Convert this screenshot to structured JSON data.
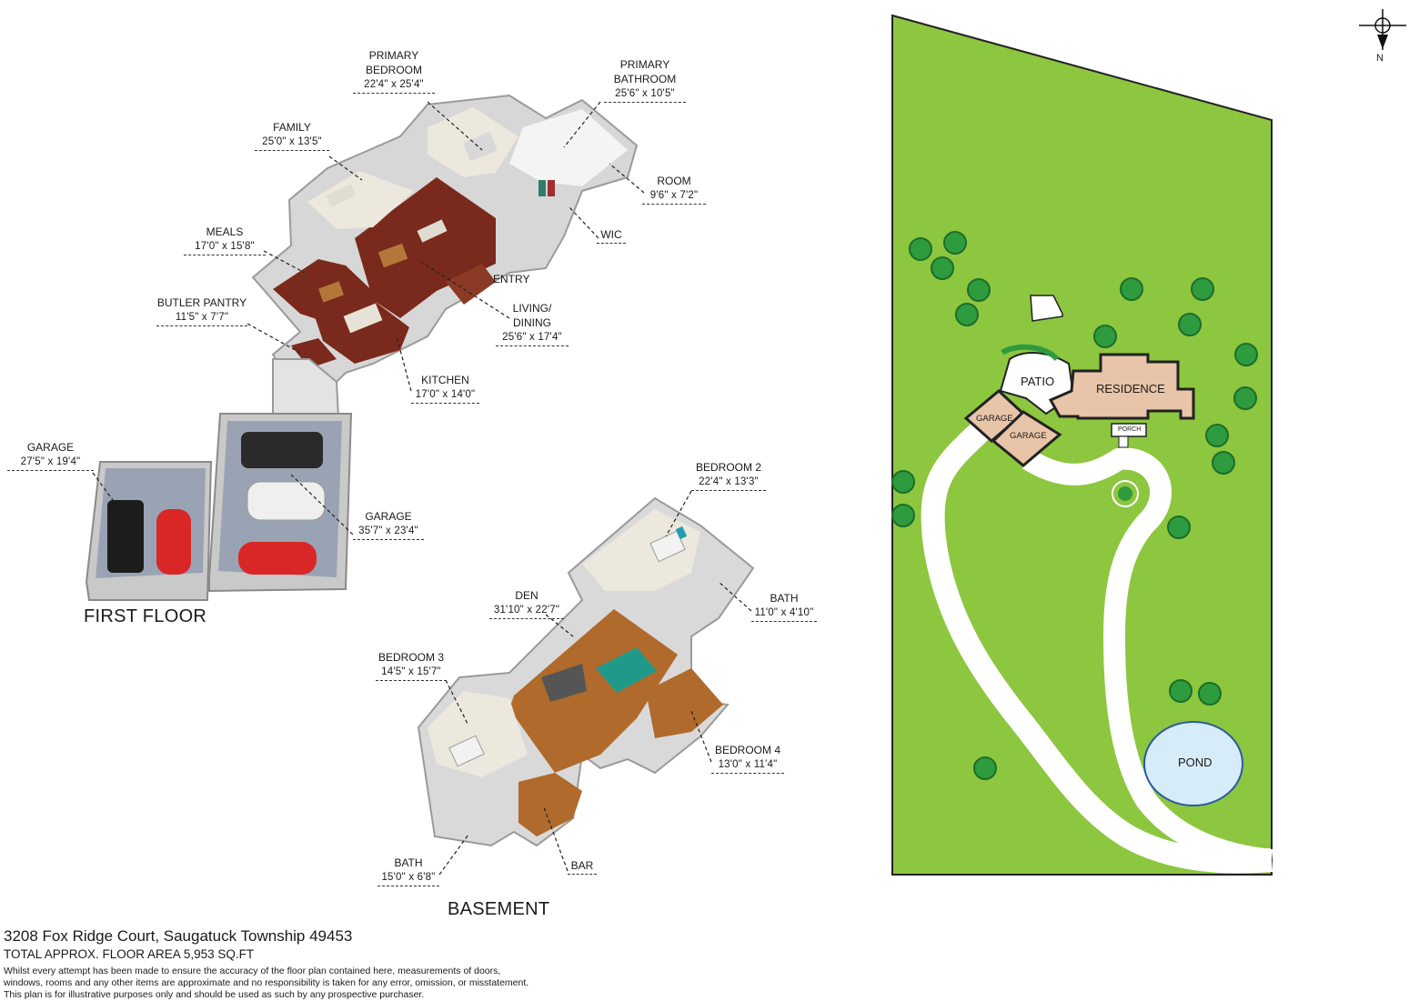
{
  "first_floor": {
    "title": "FIRST FLOOR",
    "rooms": {
      "primary_bedroom": {
        "name_l1": "PRIMARY",
        "name_l2": "BEDROOM",
        "dim": "22'4\" x 25'4\""
      },
      "primary_bathroom": {
        "name_l1": "PRIMARY",
        "name_l2": "BATHROOM",
        "dim": "25'6\" x 10'5\""
      },
      "family": {
        "name": "FAMILY",
        "dim": "25'0\" x 13'5\""
      },
      "room": {
        "name": "ROOM",
        "dim": "9'6\" x 7'2\""
      },
      "wic": {
        "name": "WIC"
      },
      "meals": {
        "name": "MEALS",
        "dim": "17'0\" x 15'8\""
      },
      "entry": {
        "name": "ENTRY"
      },
      "butler_pantry": {
        "name": "BUTLER PANTRY",
        "dim": "11'5\" x 7'7\""
      },
      "living_dining": {
        "name_l1": "LIVING/",
        "name_l2": "DINING",
        "dim": "25'6\" x 17'4\""
      },
      "kitchen": {
        "name": "KITCHEN",
        "dim": "17'0\" x 14'0\""
      },
      "garage_left": {
        "name": "GARAGE",
        "dim": "27'5\" x 19'4\""
      },
      "garage_right": {
        "name": "GARAGE",
        "dim": "35'7\" x 23'4\""
      }
    }
  },
  "basement": {
    "title": "BASEMENT",
    "rooms": {
      "bedroom2": {
        "name": "BEDROOM 2",
        "dim": "22'4\" x 13'3\""
      },
      "den": {
        "name": "DEN",
        "dim": "31'10\" x 22'7\""
      },
      "bath_upper": {
        "name": "BATH",
        "dim": "11'0\" x 4'10\""
      },
      "bedroom3": {
        "name": "BEDROOM 3",
        "dim": "14'5\" x 15'7\""
      },
      "bedroom4": {
        "name": "BEDROOM 4",
        "dim": "13'0\" x 11'4\""
      },
      "bath_lower": {
        "name": "BATH",
        "dim": "15'0\" x 6'8\""
      },
      "bar": {
        "name": "BAR"
      }
    }
  },
  "site_plan": {
    "compass_label": "N",
    "patio": "PATIO",
    "residence": "RESIDENCE",
    "garage_small": "GARAGE",
    "garage_large": "GARAGE",
    "porch": "PORCH",
    "pond": "POND",
    "colors": {
      "lawn": "#8dc63f",
      "residence": "#e8c4a8",
      "pond": "#d6ecf8",
      "driveway": "#ffffff",
      "tree": "#2e9b3e"
    }
  },
  "footer": {
    "address": "3208 Fox Ridge Court, Saugatuck Township 49453",
    "total_area": "TOTAL APPROX. FLOOR AREA 5,953 SQ.FT",
    "disclaimer_l1": "Whilst every attempt has been made to ensure the accuracy of the floor plan contained here, measurements of doors,",
    "disclaimer_l2": "windows, rooms and any other items are approximate and no responsibility is taken for any error, omission, or misstatement.",
    "disclaimer_l3": "This plan is for illustrative purposes only and should be used as such by any prospective purchaser."
  }
}
